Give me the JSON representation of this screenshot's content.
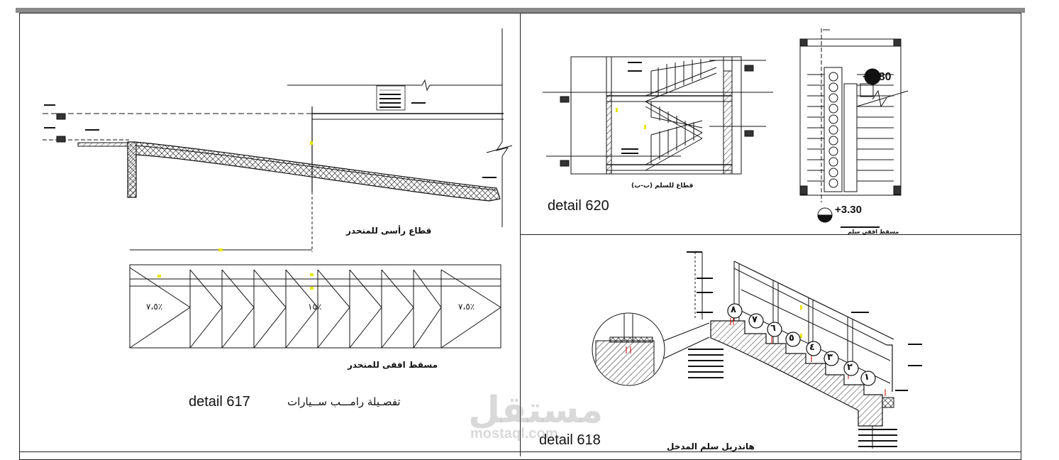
{
  "panels": {
    "ramp": {
      "section_title": "قطاع رأسى للمنحدر",
      "plan_title": "مسقط افقى للمنحدر",
      "detail_label": "detail 617",
      "subtitle": "تفصـيلة رامـــب ســيارات",
      "slope_left": "٧،٥٪",
      "slope_mid": "١٥٪",
      "slope_right": "٧،٥٪"
    },
    "stair_section": {
      "section_title": "قطاع للسلم (ب-ب)",
      "plan_title": "مسقط افقي سلم",
      "detail_label": "detail 620",
      "level_top": "+4.80",
      "level_bottom": "+3.30"
    },
    "handrail": {
      "title": "هاندريل سلم المدخل",
      "detail_label": "detail 618",
      "step_numbers": [
        "١",
        "٢",
        "٣",
        "٤",
        "٥",
        "٦",
        "٧",
        "٨"
      ]
    }
  },
  "watermark": {
    "brand_ar": "مستقل",
    "brand_en": "mostaql.com"
  },
  "colors": {
    "line": "#111111",
    "accent_yellow": "#e6e600",
    "accent_red": "#cc0000",
    "top_bar": "#8a8a8a"
  }
}
